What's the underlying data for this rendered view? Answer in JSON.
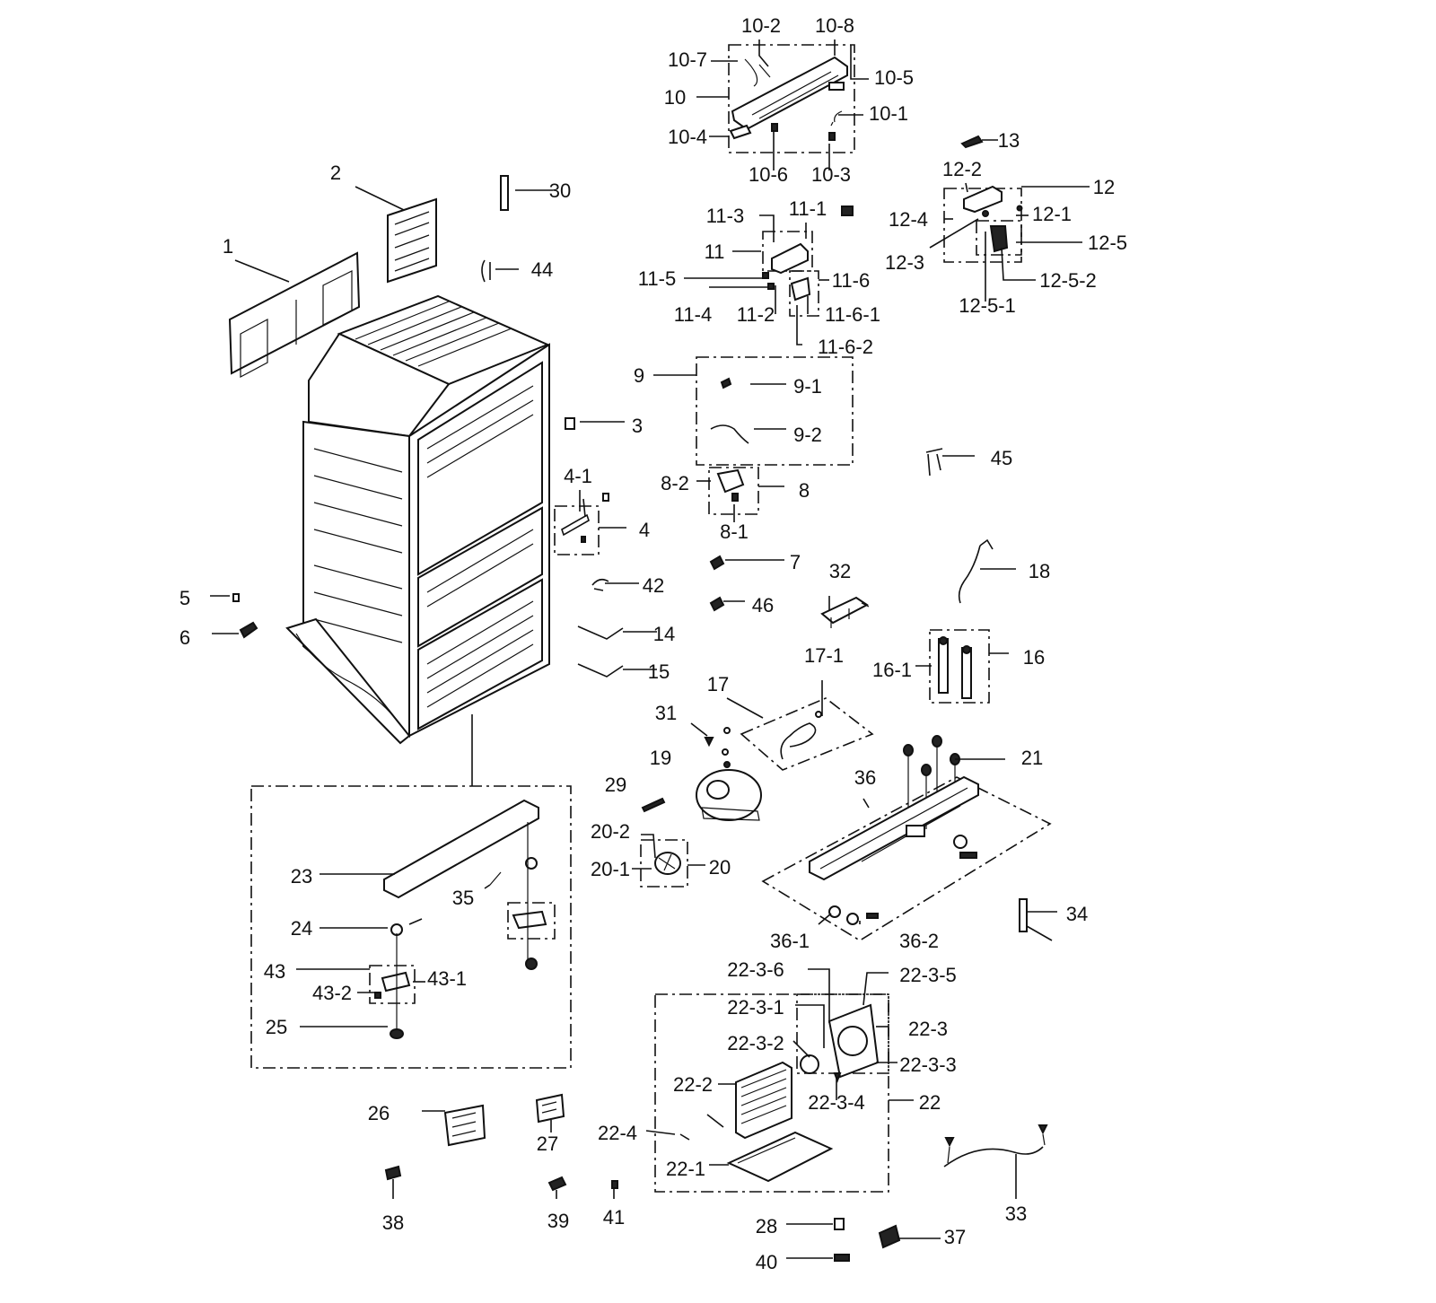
{
  "labels": [
    {
      "id": "l-10-2",
      "text": "10-2"
    },
    {
      "id": "l-10-8",
      "text": "10-8"
    },
    {
      "id": "l-10-7",
      "text": "10-7"
    },
    {
      "id": "l-10-5",
      "text": "10-5"
    },
    {
      "id": "l-10",
      "text": "10"
    },
    {
      "id": "l-10-1",
      "text": "10-1"
    },
    {
      "id": "l-10-4",
      "text": "10-4"
    },
    {
      "id": "l-10-6",
      "text": "10-6"
    },
    {
      "id": "l-10-3",
      "text": "10-3"
    },
    {
      "id": "l-13",
      "text": "13"
    },
    {
      "id": "l-12-2",
      "text": "12-2"
    },
    {
      "id": "l-12",
      "text": "12"
    },
    {
      "id": "l-12-4",
      "text": "12-4"
    },
    {
      "id": "l-12-1",
      "text": "12-1"
    },
    {
      "id": "l-12-5",
      "text": "12-5"
    },
    {
      "id": "l-12-3",
      "text": "12-3"
    },
    {
      "id": "l-12-5-2",
      "text": "12-5-2"
    },
    {
      "id": "l-12-5-1",
      "text": "12-5-1"
    },
    {
      "id": "l-2",
      "text": "2"
    },
    {
      "id": "l-30",
      "text": "30"
    },
    {
      "id": "l-1",
      "text": "1"
    },
    {
      "id": "l-44",
      "text": "44"
    },
    {
      "id": "l-11-3",
      "text": "11-3"
    },
    {
      "id": "l-11-1",
      "text": "11-1"
    },
    {
      "id": "l-11",
      "text": "11"
    },
    {
      "id": "l-11-5",
      "text": "11-5"
    },
    {
      "id": "l-11-6",
      "text": "11-6"
    },
    {
      "id": "l-11-4",
      "text": "11-4"
    },
    {
      "id": "l-11-2",
      "text": "11-2"
    },
    {
      "id": "l-11-6-1",
      "text": "11-6-1"
    },
    {
      "id": "l-11-6-2",
      "text": "11-6-2"
    },
    {
      "id": "l-9",
      "text": "9"
    },
    {
      "id": "l-9-1",
      "text": "9-1"
    },
    {
      "id": "l-9-2",
      "text": "9-2"
    },
    {
      "id": "l-3",
      "text": "3"
    },
    {
      "id": "l-45",
      "text": "45"
    },
    {
      "id": "l-4-1",
      "text": "4-1"
    },
    {
      "id": "l-8-2",
      "text": "8-2"
    },
    {
      "id": "l-8",
      "text": "8"
    },
    {
      "id": "l-4",
      "text": "4"
    },
    {
      "id": "l-8-1",
      "text": "8-1"
    },
    {
      "id": "l-7",
      "text": "7"
    },
    {
      "id": "l-18",
      "text": "18"
    },
    {
      "id": "l-5",
      "text": "5"
    },
    {
      "id": "l-42",
      "text": "42"
    },
    {
      "id": "l-32",
      "text": "32"
    },
    {
      "id": "l-46",
      "text": "46"
    },
    {
      "id": "l-6",
      "text": "6"
    },
    {
      "id": "l-14",
      "text": "14"
    },
    {
      "id": "l-17-1",
      "text": "17-1"
    },
    {
      "id": "l-16-1",
      "text": "16-1"
    },
    {
      "id": "l-16",
      "text": "16"
    },
    {
      "id": "l-15",
      "text": "15"
    },
    {
      "id": "l-17",
      "text": "17"
    },
    {
      "id": "l-31",
      "text": "31"
    },
    {
      "id": "l-19",
      "text": "19"
    },
    {
      "id": "l-21",
      "text": "21"
    },
    {
      "id": "l-36",
      "text": "36"
    },
    {
      "id": "l-29",
      "text": "29"
    },
    {
      "id": "l-23",
      "text": "23"
    },
    {
      "id": "l-20-2",
      "text": "20-2"
    },
    {
      "id": "l-20",
      "text": "20"
    },
    {
      "id": "l-20-1",
      "text": "20-1"
    },
    {
      "id": "l-35",
      "text": "35"
    },
    {
      "id": "l-34",
      "text": "34"
    },
    {
      "id": "l-24",
      "text": "24"
    },
    {
      "id": "l-36-1",
      "text": "36-1"
    },
    {
      "id": "l-36-2",
      "text": "36-2"
    },
    {
      "id": "l-43",
      "text": "43"
    },
    {
      "id": "l-43-1",
      "text": "43-1"
    },
    {
      "id": "l-43-2",
      "text": "43-2"
    },
    {
      "id": "l-22-3-6",
      "text": "22-3-6"
    },
    {
      "id": "l-22-3-5",
      "text": "22-3-5"
    },
    {
      "id": "l-22-3-1",
      "text": "22-3-1"
    },
    {
      "id": "l-25",
      "text": "25"
    },
    {
      "id": "l-22-3",
      "text": "22-3"
    },
    {
      "id": "l-22-3-2",
      "text": "22-3-2"
    },
    {
      "id": "l-22-3-3",
      "text": "22-3-3"
    },
    {
      "id": "l-22-2",
      "text": "22-2"
    },
    {
      "id": "l-22-3-4",
      "text": "22-3-4"
    },
    {
      "id": "l-22",
      "text": "22"
    },
    {
      "id": "l-26",
      "text": "26"
    },
    {
      "id": "l-27",
      "text": "27"
    },
    {
      "id": "l-22-4",
      "text": "22-4"
    },
    {
      "id": "l-22-1",
      "text": "22-1"
    },
    {
      "id": "l-33",
      "text": "33"
    },
    {
      "id": "l-38",
      "text": "38"
    },
    {
      "id": "l-39",
      "text": "39"
    },
    {
      "id": "l-41",
      "text": "41"
    },
    {
      "id": "l-28",
      "text": "28"
    },
    {
      "id": "l-37",
      "text": "37"
    },
    {
      "id": "l-40",
      "text": "40"
    }
  ]
}
